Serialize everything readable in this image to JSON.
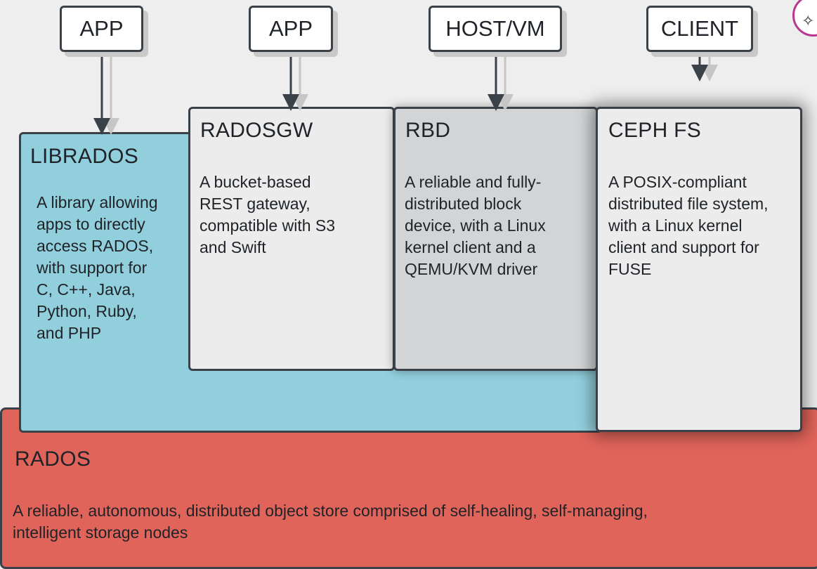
{
  "top_boxes": [
    "APP",
    "APP",
    "HOST/VM",
    "CLIENT"
  ],
  "librados": {
    "title": "LIBRADOS",
    "description": "A library allowing\napps to directly\naccess RADOS,\nwith support for\nC, C++, Java,\nPython, Ruby,\nand PHP"
  },
  "radosgw": {
    "title": "RADOSGW",
    "description": " A bucket-based\nREST gateway,\ncompatible with S3\nand Swift"
  },
  "rbd": {
    "title": "RBD",
    "description": " A reliable and fully-\ndistributed block\ndevice, with a Linux\nkernel client and a\nQEMU/KVM driver"
  },
  "cephfs": {
    "title": "CEPH FS",
    "description": " A POSIX-compliant\ndistributed file system,\nwith a Linux kernel\nclient and support for\nFUSE"
  },
  "rados": {
    "title": "RADOS",
    "description": " A reliable, autonomous, distributed object store comprised of self-healing, self-managing,\nintelligent storage nodes"
  },
  "colors": {
    "rados": "#e0645a",
    "librados": "#92cfdd",
    "radosgw": "#ececec",
    "rbd": "#d2d4d6",
    "cephfs": "#ececec",
    "border": "#3b4148"
  }
}
